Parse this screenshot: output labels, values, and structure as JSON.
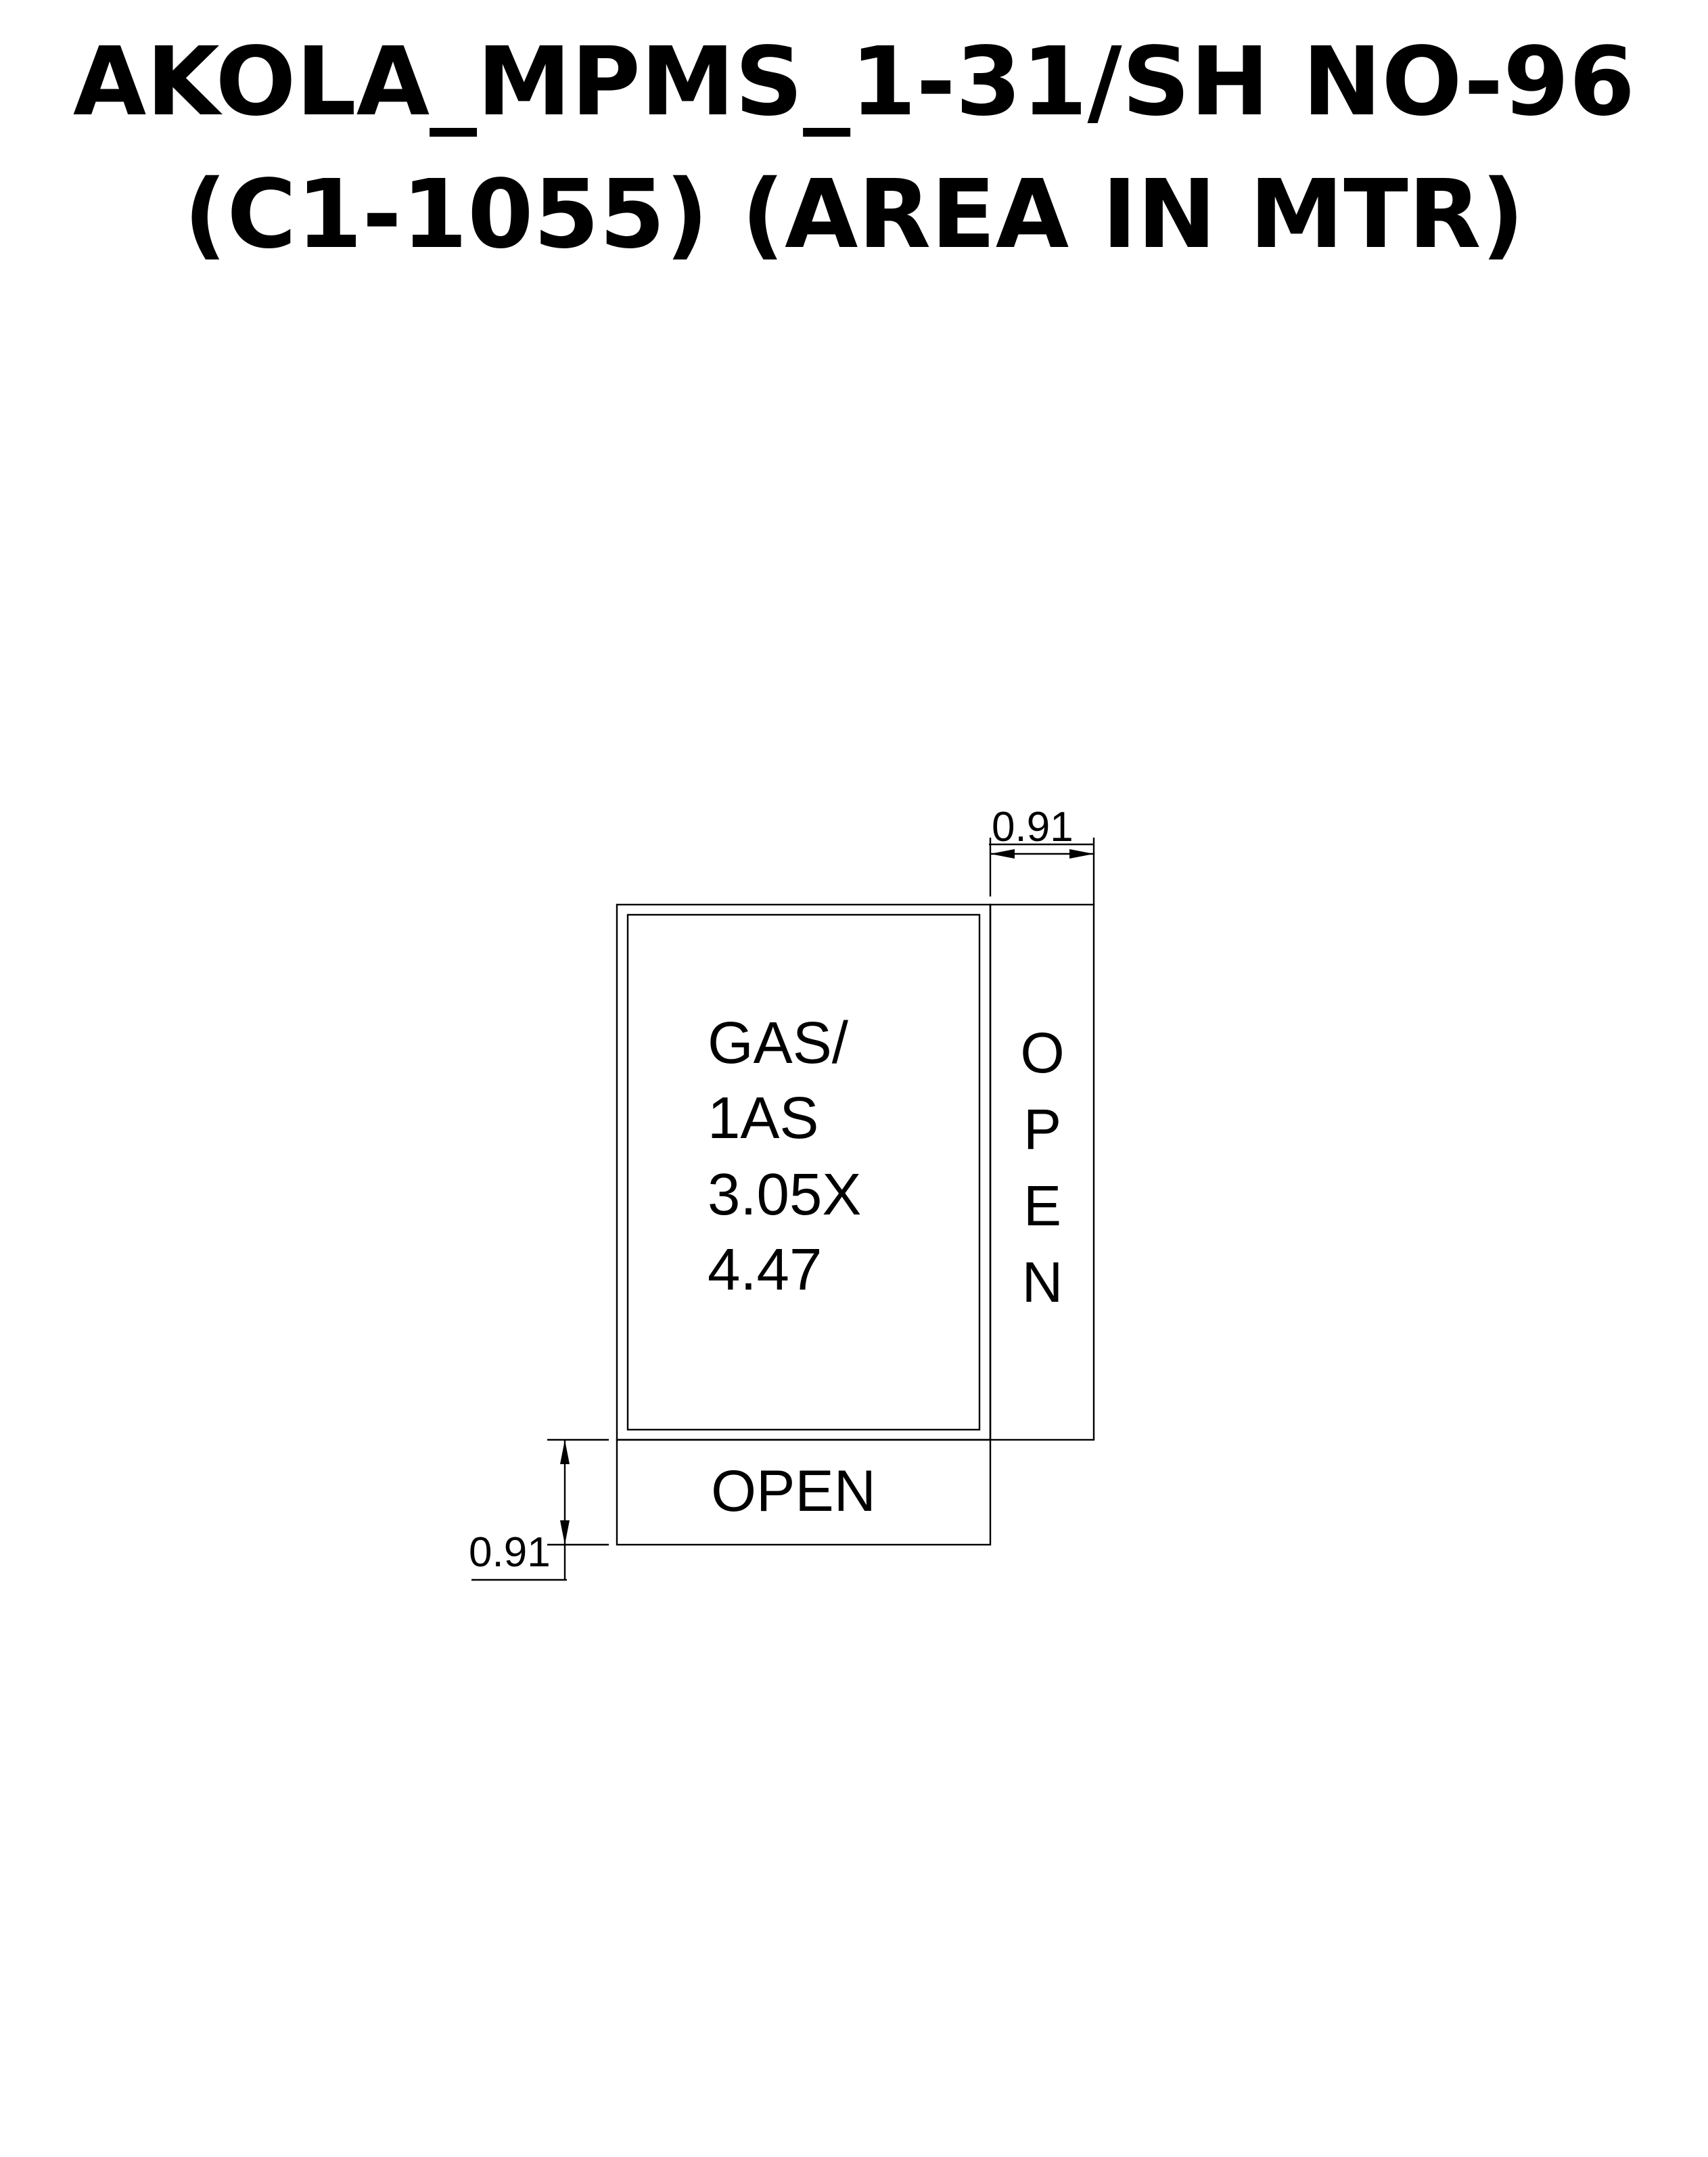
{
  "title": {
    "line1": "AKOLA_MPMS_1-31/SH NO-96",
    "line2": "(C1-1055) (AREA IN MTR)"
  },
  "plan": {
    "room": {
      "lines": [
        "GAS/",
        "1AS",
        "3.05X",
        "4.47"
      ]
    },
    "open_right": {
      "letters": [
        "O",
        "P",
        "E",
        "N"
      ]
    },
    "open_bottom": {
      "label": "OPEN"
    },
    "dimension_top": {
      "value": "0.91"
    },
    "dimension_left": {
      "value": "0.91"
    }
  },
  "colors": {
    "ink": "#000000",
    "background": "#ffffff"
  }
}
